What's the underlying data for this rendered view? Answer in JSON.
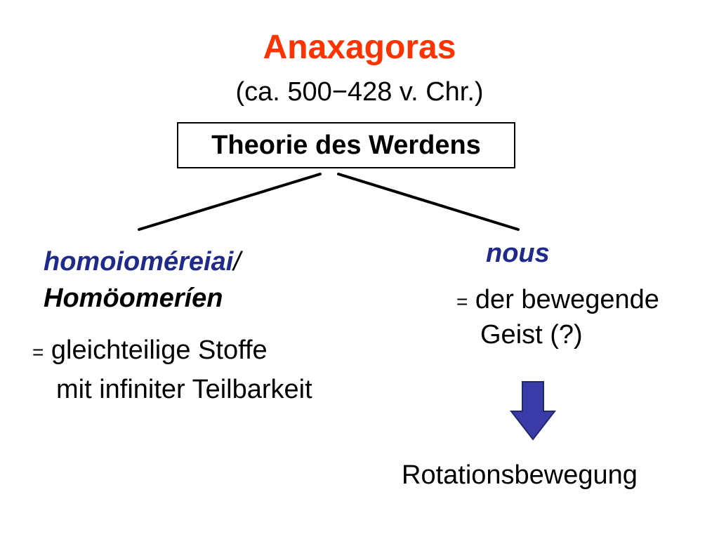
{
  "title": "Anaxagoras",
  "dates": "(ca. 500−428 v. Chr.)",
  "theory": "Theorie des Werdens",
  "left": {
    "term_greek": "homoioméreiai",
    "slash": "/",
    "term_german": "Homöomeríen",
    "definition_eq": "=",
    "definition_line1": "gleichteilige Stoffe",
    "definition_line2": "mit infiniter Teilbarkeit"
  },
  "right": {
    "term": "nous",
    "definition_eq": "=",
    "definition_line1": "der bewegende",
    "definition_line2": "Geist (?)",
    "arrow_icon": "down-arrow-icon",
    "result": "Rotationsbewegung"
  },
  "colors": {
    "title": "#ff3300",
    "terms": "#1f2a8a",
    "arrow_fill": "#3a3aa8",
    "arrow_stroke": "#1f2a6a",
    "text": "#000000"
  }
}
